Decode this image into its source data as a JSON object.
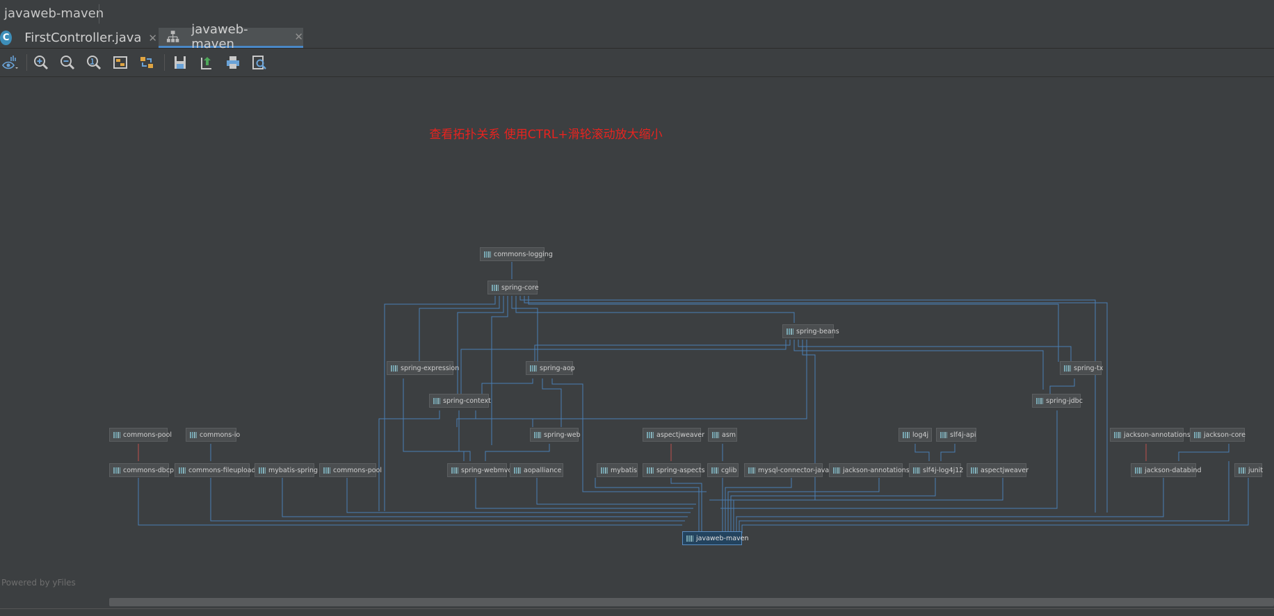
{
  "breadcrumb": {
    "project": "javaweb-maven"
  },
  "tabs": [
    {
      "label": "FirstController.java",
      "icon": "java-class-icon",
      "active": false
    },
    {
      "label": "javaweb-maven",
      "icon": "maven-diagram-icon",
      "active": true
    }
  ],
  "toolbar": {
    "items": [
      "eye-view-icon",
      "zoom-in-icon",
      "zoom-out-icon",
      "actual-size-icon",
      "fit-content-icon",
      "apply-layout-icon",
      "save-icon",
      "export-icon",
      "print-icon",
      "print-preview-icon"
    ]
  },
  "annotation": "查看拓扑关系 使用CTRL+滑轮滚动放大缩小",
  "powered_by": "Powered by yFiles",
  "nodes": {
    "commons_logging": "commons-logging",
    "spring_core": "spring-core",
    "spring_beans": "spring-beans",
    "spring_expression": "spring-expression",
    "spring_aop": "spring-aop",
    "spring_tx": "spring-tx",
    "spring_context": "spring-context",
    "spring_jdbc": "spring-jdbc",
    "commons_pool_top": "commons-pool",
    "commons_io": "commons-io",
    "spring_web": "spring-web",
    "aspectjweaver_top": "aspectjweaver",
    "asm": "asm",
    "log4j": "log4j",
    "slf4j_api": "slf4j-api",
    "jackson_annotations_top": "jackson-annotations",
    "jackson_core": "jackson-core",
    "commons_dbcp": "commons-dbcp",
    "commons_fileupload": "commons-fileupload",
    "mybatis_spring": "mybatis-spring",
    "commons_pool": "commons-pool",
    "spring_webmvc": "spring-webmvc",
    "aopalliance": "aopalliance",
    "mybatis": "mybatis",
    "spring_aspects": "spring-aspects",
    "cglib": "cglib",
    "mysql_connector": "mysql-connector-java",
    "jackson_annotations": "jackson-annotations",
    "slf4j_log4j12": "slf4j-log4j12",
    "aspectjweaver": "aspectjweaver",
    "jackson_databind": "jackson-databind",
    "junit": "junit",
    "javaweb_maven": "javaweb-maven"
  },
  "colors": {
    "edge": "#4a7fb5",
    "conflict_edge": "#c0504d",
    "annotation": "#e8231f"
  }
}
